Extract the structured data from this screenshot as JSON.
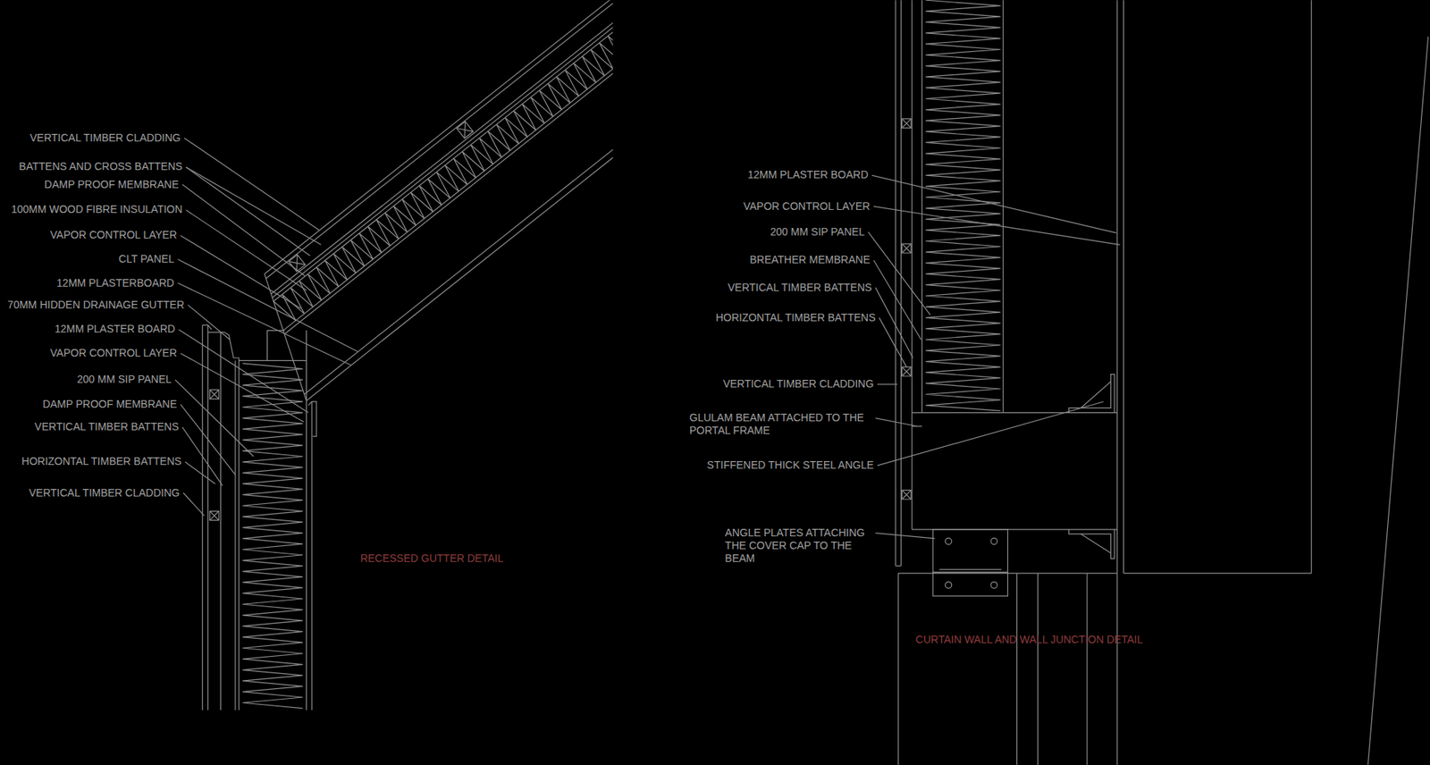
{
  "diagram": {
    "labels": [
      "VERTICAL TIMBER CLADDING",
      "BATTENS AND CROSS BATTENS",
      "DAMP PROOF MEMBRANE",
      "100MM WOOD FIBRE INSULATION",
      "VAPOR CONTROL LAYER",
      "CLT PANEL",
      "12MM PLASTERBOARD",
      "70MM HIDDEN DRAINAGE GUTTER",
      "12MM PLASTER BOARD",
      "VAPOR CONTROL LAYER",
      "200 MM SIP PANEL",
      "DAMP PROOF MEMBRANE",
      "VERTICAL TIMBER BATTENS",
      "HORIZONTAL TIMBER BATTENS",
      "VERTICAL TIMBER CLADDING",
      "RECESSED GUTTER DETAIL",
      "12MM PLASTER BOARD",
      "VAPOR CONTROL LAYER",
      "200 MM SIP PANEL",
      "BREATHER MEMBRANE",
      "VERTICAL TIMBER BATTENS",
      "HORIZONTAL TIMBER BATTENS",
      "VERTICAL TIMBER CLADDING",
      "GLULAM BEAM ATTACHED TO THE PORTAL FRAME",
      "STIFFENED THICK STEEL ANGLE",
      "ANGLE PLATES ATTACHING THE COVER CAP TO THE BEAM",
      "CURTAIN WALL AND WALL JUNCTION DETAIL"
    ]
  }
}
